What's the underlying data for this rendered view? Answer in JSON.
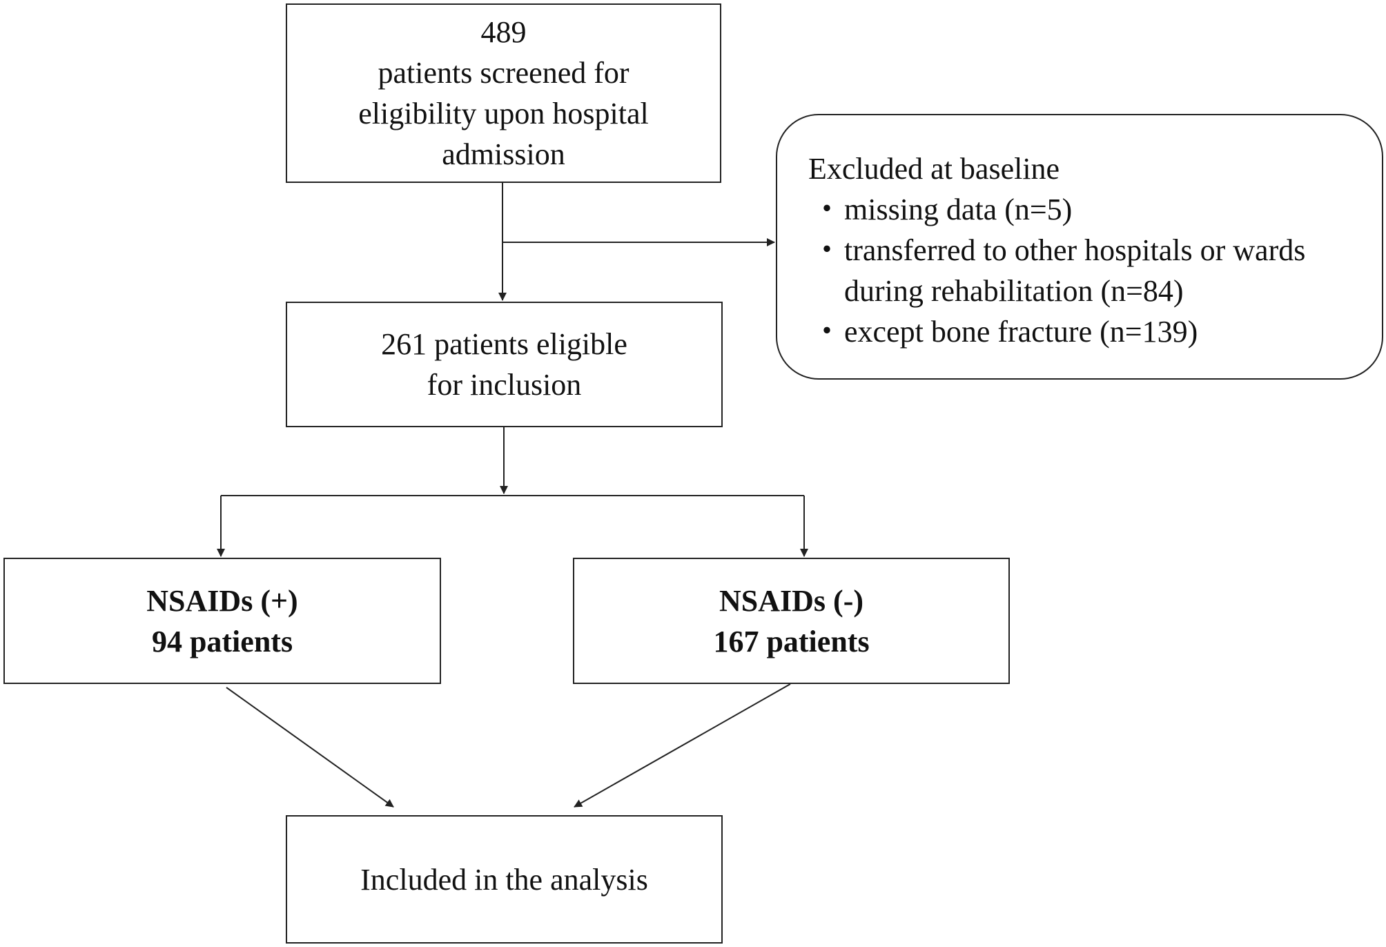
{
  "flow": {
    "screened": {
      "count": "489",
      "line1": "patients screened for",
      "line2": "eligibility upon hospital",
      "line3": "admission"
    },
    "excluded": {
      "title": "Excluded at baseline",
      "bullet": "・",
      "items": [
        {
          "line1": "missing data (n=5)",
          "line2": ""
        },
        {
          "line1": "transferred to other hospitals or wards",
          "line2": "during rehabilitation (n=84)"
        },
        {
          "line1": "except bone fracture (n=139)",
          "line2": ""
        }
      ]
    },
    "eligible": {
      "line1": "261 patients eligible",
      "line2": "for inclusion"
    },
    "nsaid_pos": {
      "label": "NSAIDs (+)",
      "count": "94 patients"
    },
    "nsaid_neg": {
      "label": "NSAIDs (-)",
      "count": "167 patients"
    },
    "analysis": {
      "label": "Included in the analysis"
    }
  }
}
